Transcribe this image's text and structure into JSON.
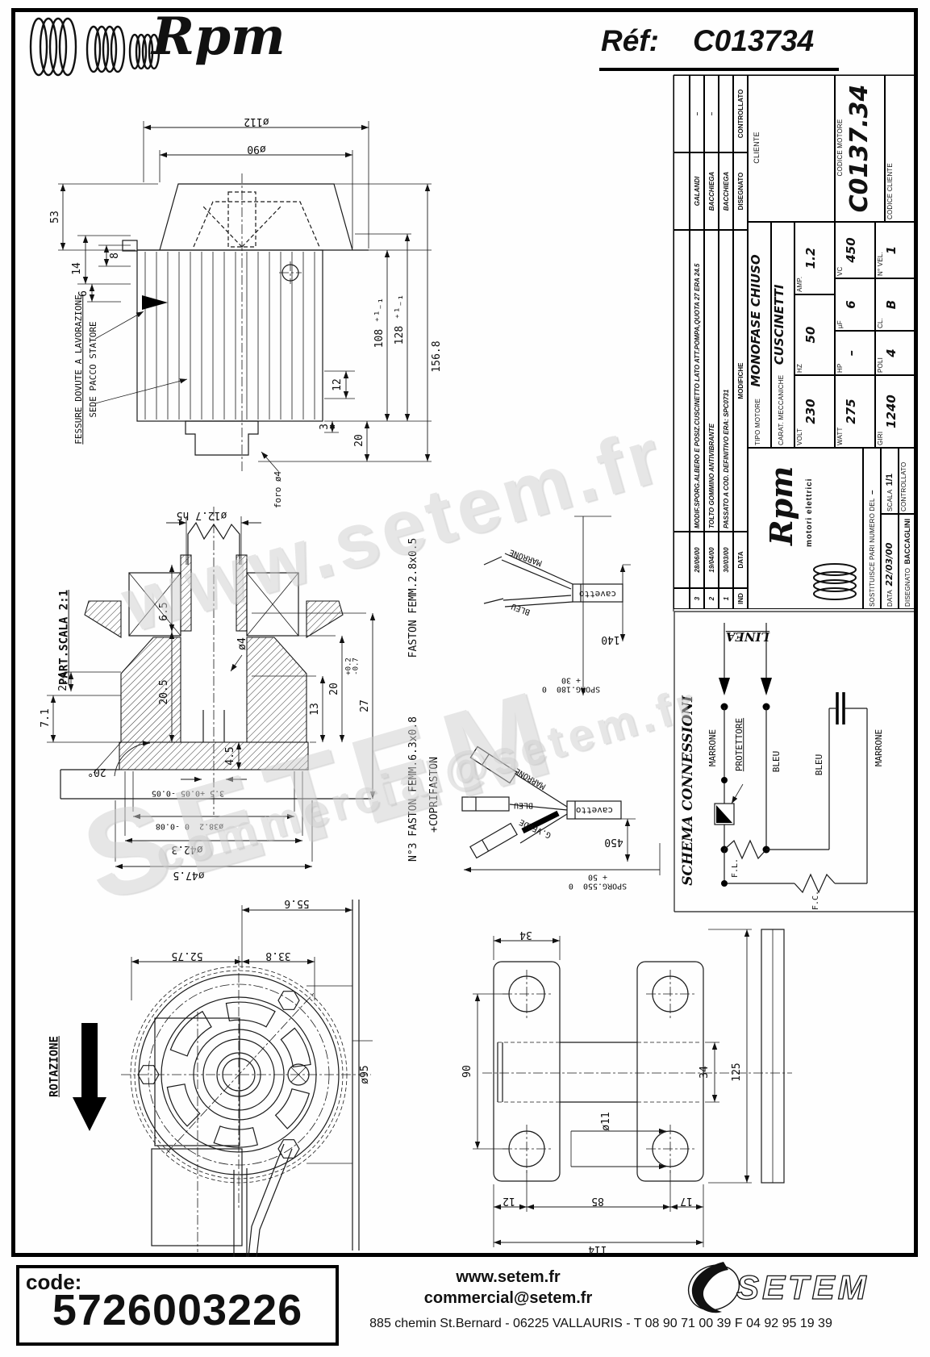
{
  "header": {
    "brand": "Rpm",
    "ref_label": "Réf:",
    "ref_value": "C013734"
  },
  "titleblock": {
    "headers": {
      "ind": "IND",
      "data": "DATA",
      "modifiche": "MODIFICHE",
      "disegnato": "DISEGNATO",
      "controllato": "CONTROLLATO"
    },
    "rev_rows": [
      {
        "ind": "3",
        "date": "28/06/00",
        "text": "MODIF.SPORG.ALBERO E POSIZ.CUSCINETTO LATO ATT.POMPA,QUOTA 27 ERA 24.5",
        "disegnato": "GALANDI",
        "controllato": "–"
      },
      {
        "ind": "2",
        "date": "19/04/00",
        "text": "TOLTO GOMMINO ANTIVIBRANTE",
        "disegnato": "BACCHIEGA",
        "controllato": "–"
      },
      {
        "ind": "1",
        "date": "30/03/00",
        "text": "PASSATO A COD. DEFINITIVO ERA: SPC0731",
        "disegnato": "BACCHIEGA",
        "controllato": ""
      }
    ],
    "logo_text": "Rpm",
    "logo_sub": "motori elettrici",
    "sostituisce_label": "SOSTITUISCE PARI NUMERO DEL",
    "sostituisce_value": "–",
    "data_label": "DATA",
    "data_value": "22/03/00",
    "scala_label": "SCALA",
    "scala_value": "1/1",
    "disegnato_label": "DISEGNATO",
    "disegnato_value": "BACCAGLINI",
    "controllato_label": "CONTROLLATO",
    "tipo_label": "TIPO MOTORE",
    "tipo_value": "MONOFASE CHIUSO",
    "carat_label": "CARAT. MECCANICHE",
    "carat_value": "CUSCINETTI",
    "volt_label": "VOLT",
    "volt_value": "230",
    "hz_label": "HZ",
    "hz_value": "50",
    "amp_label": "AMP.",
    "amp_value": "1.2",
    "watt_label": "WATT",
    "watt_value": "275",
    "hp_label": "HP",
    "hp_value": "–",
    "uf_label": "µF",
    "uf_value": "6",
    "vc_label": "VC",
    "vc_value": "450",
    "giri_label": "GIRI",
    "giri_value": "1240",
    "poli_label": "POLI",
    "poli_value": "4",
    "cl_label": "CL.",
    "cl_value": "B",
    "nvel_label": "N° VEL.",
    "nvel_value": "1",
    "cliente_label": "CLIENTE",
    "codice_motore_label": "CODICE MOTORE",
    "codice_motore_value": "C0137.34",
    "codice_cliente_label": "CODICE CLIENTE"
  },
  "schema": {
    "title": "SCHEMA CONNESSIONI",
    "linea": "LINEA",
    "marrone_in": "MARRONE",
    "protettore": "PROTETTORE",
    "bleu_in": "BLEU",
    "bleu_cap": "BLEU",
    "marrone_cap": "MARRONE",
    "fl": "F.L.",
    "fc": "F.C."
  },
  "motor_view": {
    "d112": "ø112",
    "d90": "ø90",
    "d53": "53",
    "d14": "14",
    "d8": "8",
    "d6": "6",
    "d108": "108 ⁺¹₋₁",
    "d128": "128 ⁺¹₋₁",
    "d1568": "156.8",
    "d12": "12",
    "d3": "3",
    "d20": "20",
    "foro": "foro ø4",
    "note1": "FESSURE DOVUTE A LAVORAZIONE",
    "note2": "SEDE PACCO STATORE"
  },
  "section_view": {
    "title": "PART.SCALA 2:1",
    "d127": "ø12.7 h5",
    "d24": "2.4",
    "d71": "7.1",
    "a20": "20°",
    "d65": "6.5",
    "d205": "20.5",
    "d4": "ø4",
    "d13": "13",
    "d20": "20",
    "tol20": "+0.2\n-0.7",
    "d27": "27",
    "d45": "4.5",
    "d35": "3.5 +0.05 -0.05",
    "d382": "ø38.2  0 -0.08",
    "d423": "ø42.3",
    "d475": "ø47.5"
  },
  "cables": {
    "faston1": "FASTON FEMM.2.8x0.5",
    "marrone1": "MARRONE",
    "bleu1": "BLEU",
    "cavetto1": "cavetto",
    "d140": "140",
    "sporg180": "SPORG.180  0\n    + 30",
    "faston2": "N°3 FASTON FEMM.6.3x0.8",
    "coprifaston": "+COPRIFASTON",
    "marrone2": "MARRONE",
    "bleu2": "BLEU",
    "gverde": "G.VERDE",
    "cavetto2": "cavetto",
    "d450": "450",
    "sporg550": "SPORG.550  0\n    + 50"
  },
  "rotor_view": {
    "rotazione": "ROTAZIONE",
    "d556": "55.6",
    "d5275": "52.75",
    "d338": "33.8",
    "d95": "ø95"
  },
  "bracket_view": {
    "d34t": "34",
    "d90": "90",
    "d11": "ø11",
    "d34r": "34",
    "d125": "125",
    "d12": "12",
    "d85": "85",
    "d17": "17",
    "d114": "114"
  },
  "watermarks": {
    "wm1": "www.setem.fr",
    "wm2": "SETEM",
    "wm3": "commercial@setem.fr"
  },
  "footer": {
    "code_label": "code:",
    "code_value": "5726003226",
    "site": "www.setem.fr",
    "email": "commercial@setem.fr",
    "address": "885 chemin St.Bernard  -  06225 VALLAURIS  -  T 08 90 71 00 39   F 04 92 95 19 39",
    "logo": "SETEM"
  }
}
